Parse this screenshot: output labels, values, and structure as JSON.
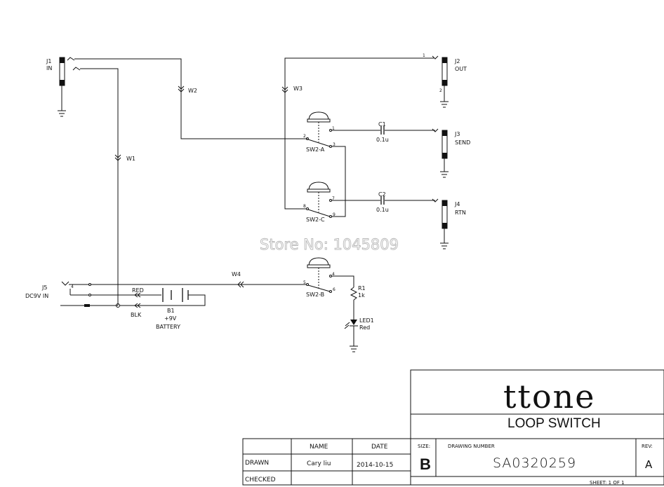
{
  "jacks": {
    "j1": {
      "ref": "J1",
      "name": "IN"
    },
    "j2": {
      "ref": "J2",
      "name": "OUT",
      "pin1": "1",
      "pin2": "2"
    },
    "j3": {
      "ref": "J3",
      "name": "SEND"
    },
    "j4": {
      "ref": "J4",
      "name": "RTN"
    },
    "j5": {
      "ref": "J5",
      "name": "DC9V IN",
      "pin": "4"
    }
  },
  "wires": {
    "w1": "W1",
    "w2": "W2",
    "w3": "W3",
    "w4": "W4"
  },
  "switches": {
    "a": {
      "ref": "SW2-A",
      "pin_left": "2",
      "pin_top": "1",
      "pin_right": "3"
    },
    "c": {
      "ref": "SW2-C",
      "pin_left": "8",
      "pin_top": "7",
      "pin_right": "9"
    },
    "b": {
      "ref": "SW2-B",
      "pin_left": "5",
      "pin_top": "4",
      "pin_right": "6"
    }
  },
  "caps": {
    "c1": {
      "ref": "C1",
      "value": "0.1u"
    },
    "c2": {
      "ref": "C2",
      "value": "0.1u"
    }
  },
  "resistor": {
    "ref": "R1",
    "value": "1k"
  },
  "led": {
    "ref": "LED1",
    "color": "Red"
  },
  "battery": {
    "ref": "B1",
    "voltage": "+9V",
    "name": "BATTERY",
    "red": "RED",
    "blk": "BLK"
  },
  "watermark": "Store No: 1045809",
  "title_block": {
    "company": "ttone",
    "title": "LOOP SWITCH",
    "col_name": "NAME",
    "col_date": "DATE",
    "row_drawn": "DRAWN",
    "row_checked": "CHECKED",
    "drawn_name": "Cary liu",
    "drawn_date": "2014-10-15",
    "size_label": "SIZE:",
    "size_value": "B",
    "drawing_number_label": "DRAWING NUMBER",
    "drawing_number": "SA0320259",
    "rev_label": "REV:",
    "rev_value": "A",
    "sheet_text": "SHEET:  1  OF  1"
  }
}
